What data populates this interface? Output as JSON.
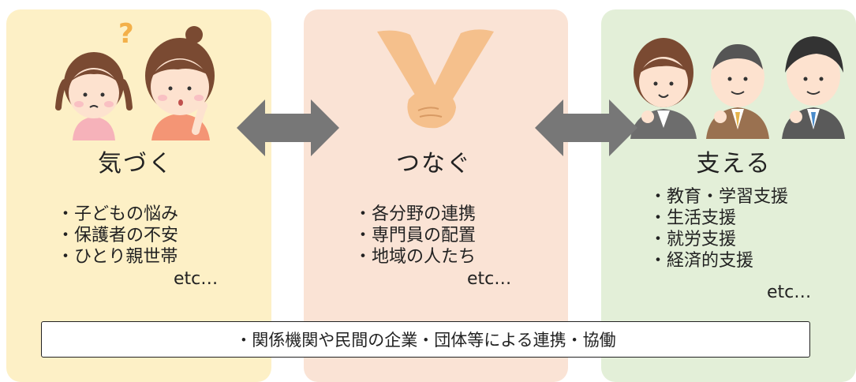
{
  "panels": [
    {
      "title": "気づく",
      "items": [
        "・子どもの悩み",
        "・保護者の不安",
        "・ひとり親世帯"
      ],
      "etc": "etc…",
      "color": "#fdf0c6"
    },
    {
      "title": "つなぐ",
      "items": [
        "・各分野の連携",
        "・専門員の配置",
        "・地域の人たち"
      ],
      "etc": "etc…",
      "color": "#fae3d5"
    },
    {
      "title": "支える",
      "items": [
        "・教育・学習支援",
        "・生活支援",
        "・就労支援",
        "・経済的支援"
      ],
      "etc": "etc…",
      "color": "#e3efd8"
    }
  ],
  "question_mark": "?",
  "arrow_color": "#777777",
  "footer": "・関係機関や民間の企業・団体等による連携・協働"
}
